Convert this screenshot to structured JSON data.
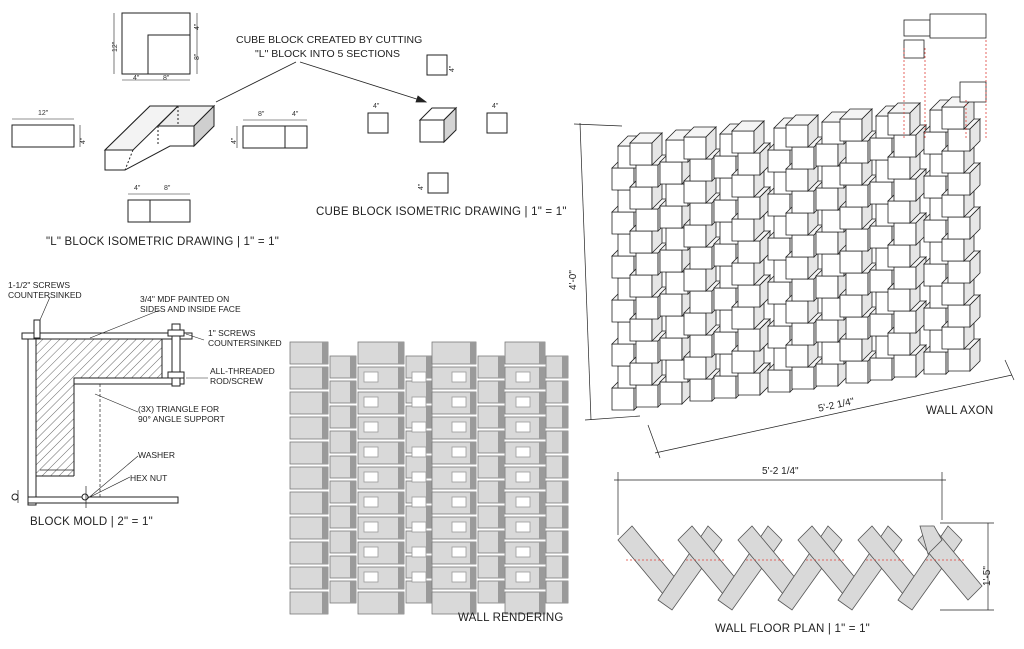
{
  "l_block": {
    "caption": "\"L\" BLOCK  ISOMETRIC DRAWING | 1\" = 1\"",
    "dims": {
      "plan_height": "12\"",
      "plan_width_a": "4\"",
      "plan_width_b": "8\"",
      "plan_side_a": "4\"",
      "plan_side_b": "8\"",
      "left_width": "12\"",
      "left_height": "4\"",
      "right_width_a": "8\"",
      "right_width_b": "4\"",
      "right_height": "4\"",
      "bottom_width_a": "4\"",
      "bottom_width_b": "8\""
    }
  },
  "cube_block": {
    "note_line1": "CUBE BLOCK CREATED BY CUTTING",
    "note_line2": "\"L\" BLOCK INTO 5 SECTIONS",
    "caption": "CUBE BLOCK  ISOMETRIC DRAWING | 1\" = 1\"",
    "dim": "4\""
  },
  "block_mold": {
    "caption": "BLOCK MOLD | 2\" = 1\"",
    "notes": {
      "screws_large": "1-1/2\" SCREWS\nCOUNTERSINKED",
      "mdf": "3/4\" MDF PAINTED ON\nSIDES AND INSIDE FACE",
      "screws_small": "1\" SCREWS\nCOUNTERSINKED",
      "rod": "ALL-THREADED\nROD/SCREW",
      "triangle": "(3X) TRIANGLE FOR\n90° ANGLE SUPPORT",
      "washer": "WASHER",
      "hex_nut": "HEX NUT"
    }
  },
  "wall_rendering": {
    "caption": "WALL RENDERING"
  },
  "wall_axon": {
    "caption": "WALL AXON",
    "height_dim": "4'-0\"",
    "length_dim": "5'-2 1/4\""
  },
  "wall_floor_plan": {
    "caption": "WALL FLOOR PLAN | 1\" = 1\"",
    "width_dim": "5'-2 1/4\"",
    "depth_dim": "1'-5\""
  },
  "colors": {
    "line": "#222222",
    "block_fill": "#d9d9d9",
    "block_shadow": "#9a9a9a",
    "cut_line": "#e0413a"
  }
}
